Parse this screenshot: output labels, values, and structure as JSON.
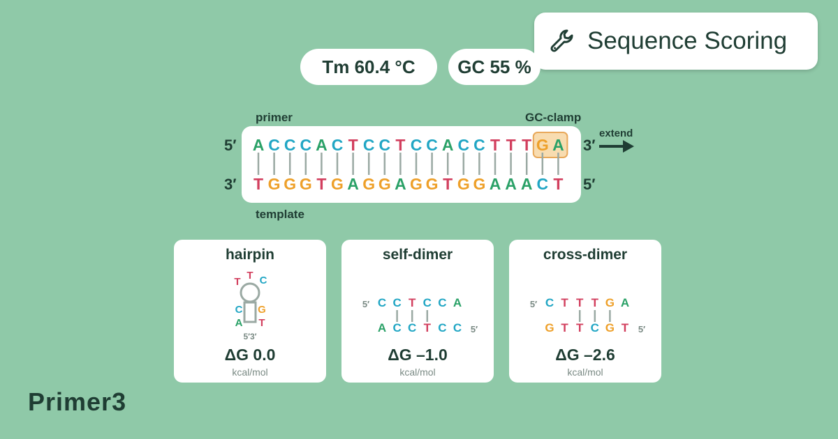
{
  "header": {
    "title": "Sequence Scoring",
    "title_icon": "wrench-icon"
  },
  "metrics": {
    "tm": "Tm 60.4 °C",
    "gc": "GC 55 %"
  },
  "alignment": {
    "primer_label": "primer",
    "template_label": "template",
    "clamp_label": "GC-clamp",
    "extend_label": "extend",
    "primer_left_end": "5′",
    "primer_right_end": "3′",
    "template_left_end": "3′",
    "template_right_end": "5′",
    "primer": [
      "A",
      "C",
      "C",
      "C",
      "A",
      "C",
      "T",
      "C",
      "C",
      "T",
      "C",
      "C",
      "A",
      "C",
      "C",
      "T",
      "T",
      "T",
      "G",
      "A"
    ],
    "template": [
      "T",
      "G",
      "G",
      "G",
      "T",
      "G",
      "A",
      "G",
      "G",
      "A",
      "G",
      "G",
      "T",
      "G",
      "G",
      "A",
      "A",
      "A",
      "C",
      "T"
    ]
  },
  "colors": {
    "A": "#2aa167",
    "C": "#21a6c4",
    "G": "#eea02a",
    "T": "#d23f5e",
    "bg": "#8fc9a8",
    "ink": "#1f3d33"
  },
  "cards": {
    "hairpin": {
      "title": "hairpin",
      "loop": [
        "T",
        "T",
        "C"
      ],
      "stem_left": [
        "C",
        "A"
      ],
      "stem_right": [
        "G",
        "T"
      ],
      "ends": "5′3′",
      "dg": "ΔG 0.0",
      "unit": "kcal/mol"
    },
    "self_dimer": {
      "title": "self-dimer",
      "top_end": "5′",
      "top": [
        "C",
        "C",
        "T",
        "C",
        "C",
        "A"
      ],
      "bottom": [
        "A",
        "C",
        "C",
        "T",
        "C",
        "C"
      ],
      "bottom_end": "5′",
      "dg": "ΔG –1.0",
      "unit": "kcal/mol"
    },
    "cross_dimer": {
      "title": "cross-dimer",
      "top_end": "5′",
      "top": [
        "C",
        "T",
        "T",
        "T",
        "G",
        "A"
      ],
      "bottom": [
        "G",
        "T",
        "T",
        "C",
        "G",
        "T"
      ],
      "bottom_end": "5′",
      "dg": "ΔG –2.6",
      "unit": "kcal/mol"
    }
  },
  "brand": {
    "logo": "Primer3"
  }
}
